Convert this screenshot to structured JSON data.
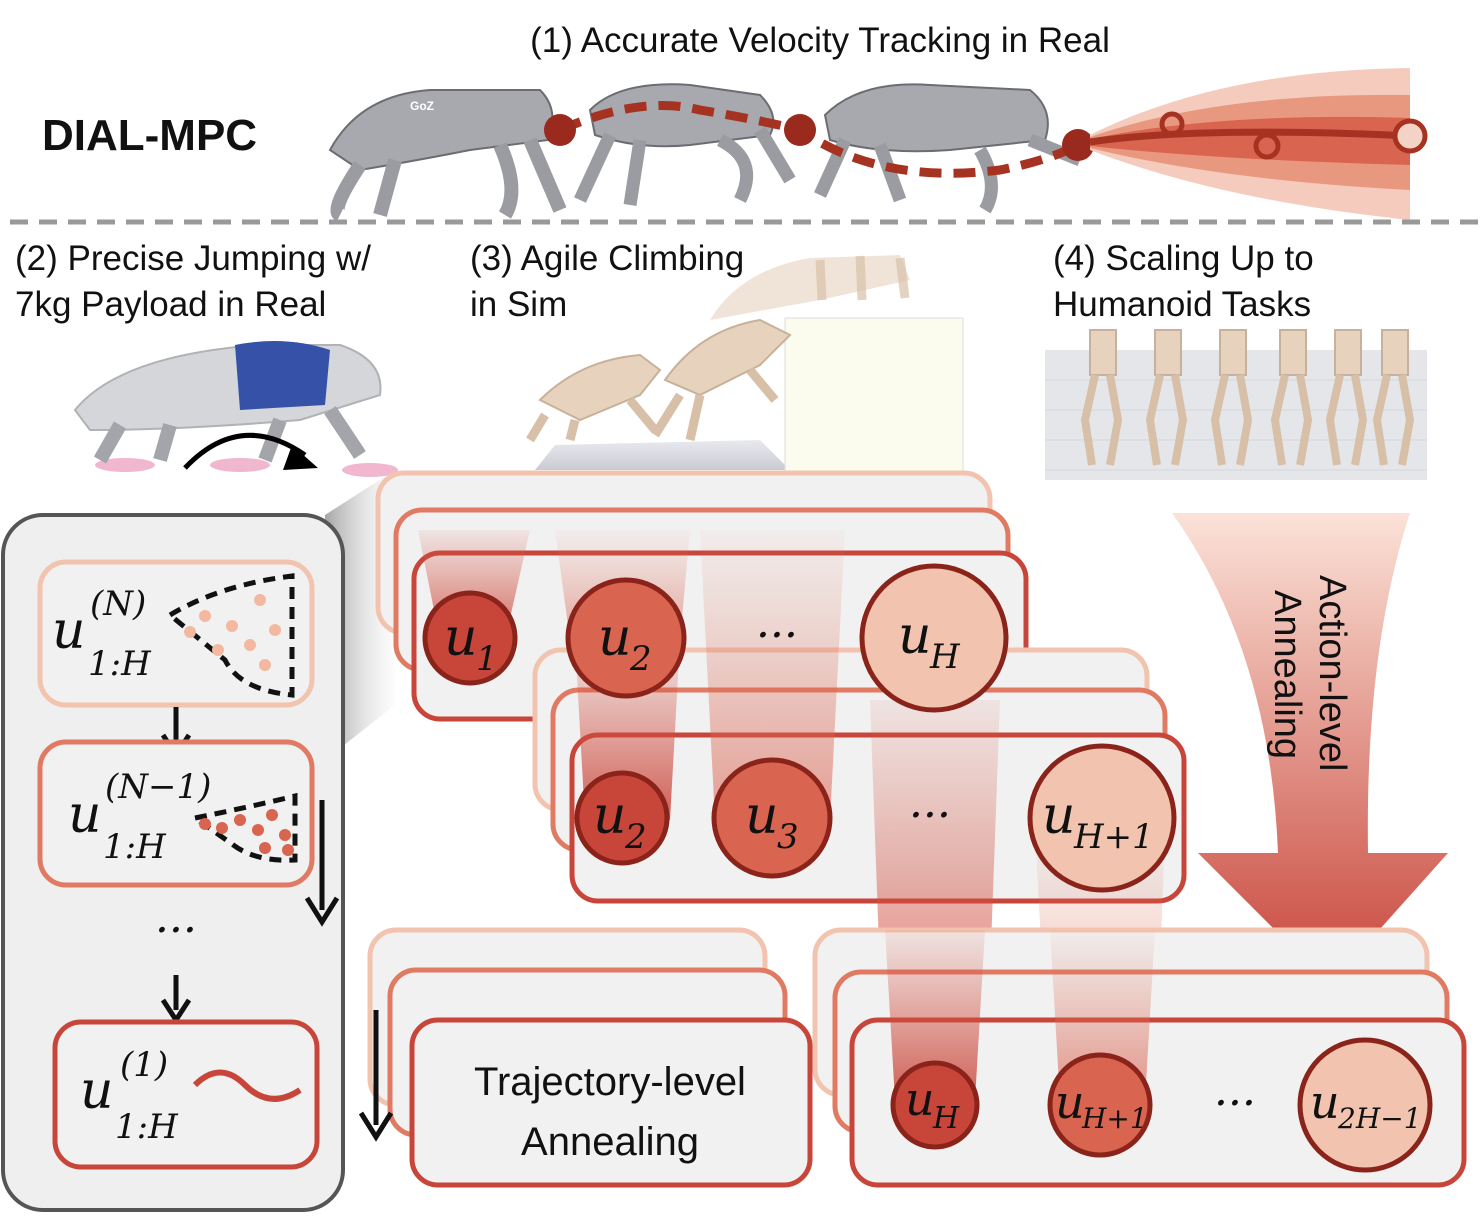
{
  "brand": {
    "name": "DIAL-MPC"
  },
  "captions": {
    "c1": "(1) Accurate Velocity Tracking in Real",
    "c2_line1": "(2) Precise Jumping w/",
    "c2_line2": "7kg Payload in Real",
    "c3_line1": "(3) Agile Climbing",
    "c3_line2": "in Sim",
    "c4_line1": "(4) Scaling Up to",
    "c4_line2": "Humanoid Tasks"
  },
  "robot_badge": "GoZ",
  "left_panel": {
    "iter_n_base": "u",
    "iter_n_sup": "(N)",
    "iter_n_sub": "1:H",
    "iter_n1_base": "u",
    "iter_n1_sup": "(N−1)",
    "iter_n1_sub": "1:H",
    "iter_1_base": "u",
    "iter_1_sup": "(1)",
    "iter_1_sub": "1:H",
    "ellipsis": "···"
  },
  "horizon_rows": {
    "row1": [
      {
        "base": "u",
        "sub": "1"
      },
      {
        "base": "u",
        "sub": "2"
      },
      {
        "ellipsis": "···"
      },
      {
        "base": "u",
        "sub": "H"
      }
    ],
    "row2": [
      {
        "base": "u",
        "sub": "2"
      },
      {
        "base": "u",
        "sub": "3"
      },
      {
        "ellipsis": "···"
      },
      {
        "base": "u",
        "sub": "H+1"
      }
    ],
    "row3": [
      {
        "base": "u",
        "sub": "H"
      },
      {
        "base": "u",
        "sub": "H+1"
      },
      {
        "ellipsis": "···"
      },
      {
        "base": "u",
        "sub": "2H−1"
      }
    ],
    "mid_ellipsis": "···"
  },
  "trajectory_annealing": {
    "line1": "Trajectory-level",
    "line2": "Annealing"
  },
  "action_annealing": {
    "line1": "Action-level",
    "line2": "Annealing"
  },
  "colors": {
    "dark_red": "#9b2a1e",
    "mid_red": "#c8453a",
    "light_red": "#e07a62",
    "pale": "#f2c3ae",
    "panel_bg": "#efefef",
    "panel_border": "#555555",
    "dashed_divider": "#999999"
  }
}
